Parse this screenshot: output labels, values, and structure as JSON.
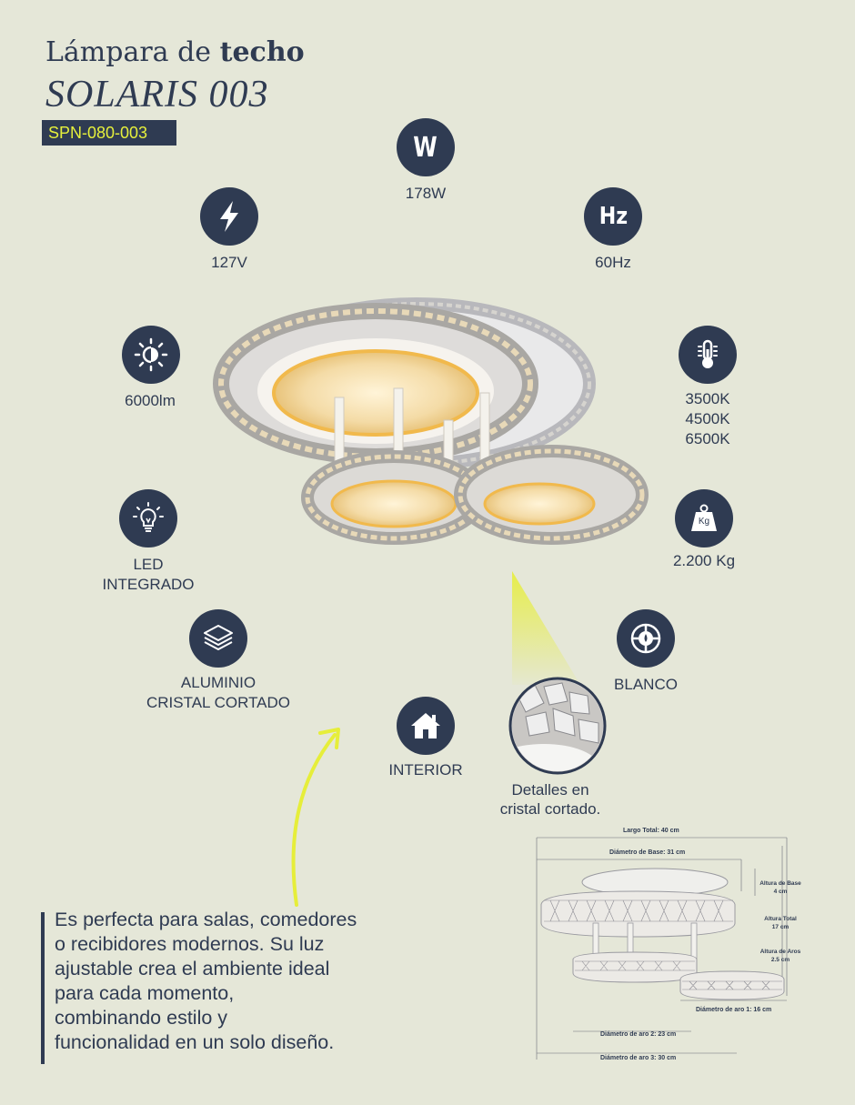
{
  "header": {
    "title_regular": "Lámpara de ",
    "title_bold": "techo",
    "model": "SOLARIS 003",
    "sku": "SPN-080-003"
  },
  "specs": {
    "power": "178W",
    "voltage": "127V",
    "frequency": "60Hz",
    "lumens": "6000lm",
    "color_temp": [
      "3500K",
      "4500K",
      "6500K"
    ],
    "light_source": [
      "LED",
      "INTEGRADO"
    ],
    "weight": "2.200 Kg",
    "weight_icon_text": "Kg",
    "material": [
      "ALUMINIO",
      "CRISTAL CORTADO"
    ],
    "finish": "BLANCO",
    "use": "INTERIOR",
    "hz_icon_text": "Hz",
    "w_icon_text": "W"
  },
  "detail": {
    "caption_line1": "Detalles en",
    "caption_line2": "cristal cortado."
  },
  "description": {
    "lines": [
      "Es perfecta para salas, comedores",
      "o recibidores modernos. Su luz",
      "ajustable crea el ambiente ideal",
      "para cada momento,",
      "combinando estilo y",
      "funcionalidad en un solo diseño."
    ]
  },
  "dimensions": {
    "largo_total": "Largo Total: 40 cm",
    "diametro_base": "Diámetro de Base: 31 cm",
    "altura_base_label": "Altura de Base",
    "altura_base_value": "4 cm",
    "altura_total_label": "Altura Total",
    "altura_total_value": "17 cm",
    "altura_aros_label": "Altura de Aros",
    "altura_aros_value": "2.5 cm",
    "diametro_aro1": "Diámetro de aro 1: 16 cm",
    "diametro_aro2": "Diámetro de aro 2: 23 cm",
    "diametro_aro3": "Diámetro de aro 3: 30 cm"
  },
  "colors": {
    "background": "#e5e7d8",
    "navy": "#2f3b52",
    "accent_yellow": "#e6f03c"
  }
}
